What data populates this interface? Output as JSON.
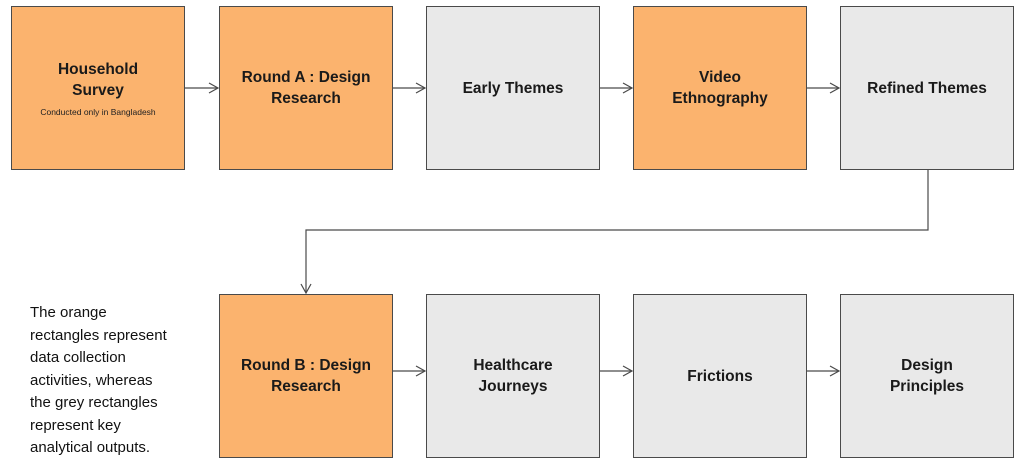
{
  "steps": [
    {
      "id": "household_survey",
      "kind": "data-collection",
      "title": "Household\nSurvey",
      "subtitle": "Conducted only in Bangladesh"
    },
    {
      "id": "round_a",
      "kind": "data-collection",
      "title": "Round A : Design\nResearch"
    },
    {
      "id": "early_themes",
      "kind": "analytical-output",
      "title": "Early Themes"
    },
    {
      "id": "video_ethnography",
      "kind": "data-collection",
      "title": "Video\nEthnography"
    },
    {
      "id": "refined_themes",
      "kind": "analytical-output",
      "title": "Refined Themes"
    },
    {
      "id": "round_b",
      "kind": "data-collection",
      "title": "Round B : Design\nResearch"
    },
    {
      "id": "healthcare_journeys",
      "kind": "analytical-output",
      "title": "Healthcare\nJourneys"
    },
    {
      "id": "frictions",
      "kind": "analytical-output",
      "title": "Frictions"
    },
    {
      "id": "design_principles",
      "kind": "analytical-output",
      "title": "Design\nPrinciples"
    }
  ],
  "flow": [
    [
      "household_survey",
      "round_a"
    ],
    [
      "round_a",
      "early_themes"
    ],
    [
      "early_themes",
      "video_ethnography"
    ],
    [
      "video_ethnography",
      "refined_themes"
    ],
    [
      "refined_themes",
      "round_b"
    ],
    [
      "round_b",
      "healthcare_journeys"
    ],
    [
      "healthcare_journeys",
      "frictions"
    ],
    [
      "frictions",
      "design_principles"
    ]
  ],
  "legend": {
    "text": "The orange\nrectangles represent\ndata collection\nactivities, whereas\nthe grey rectangles\nrepresent key\nanalytical outputs."
  },
  "colors": {
    "data_collection": "#fbb36e",
    "analytical_output": "#e9e9e9",
    "border": "#4a4a4a",
    "connector": "#4a4a4a"
  }
}
